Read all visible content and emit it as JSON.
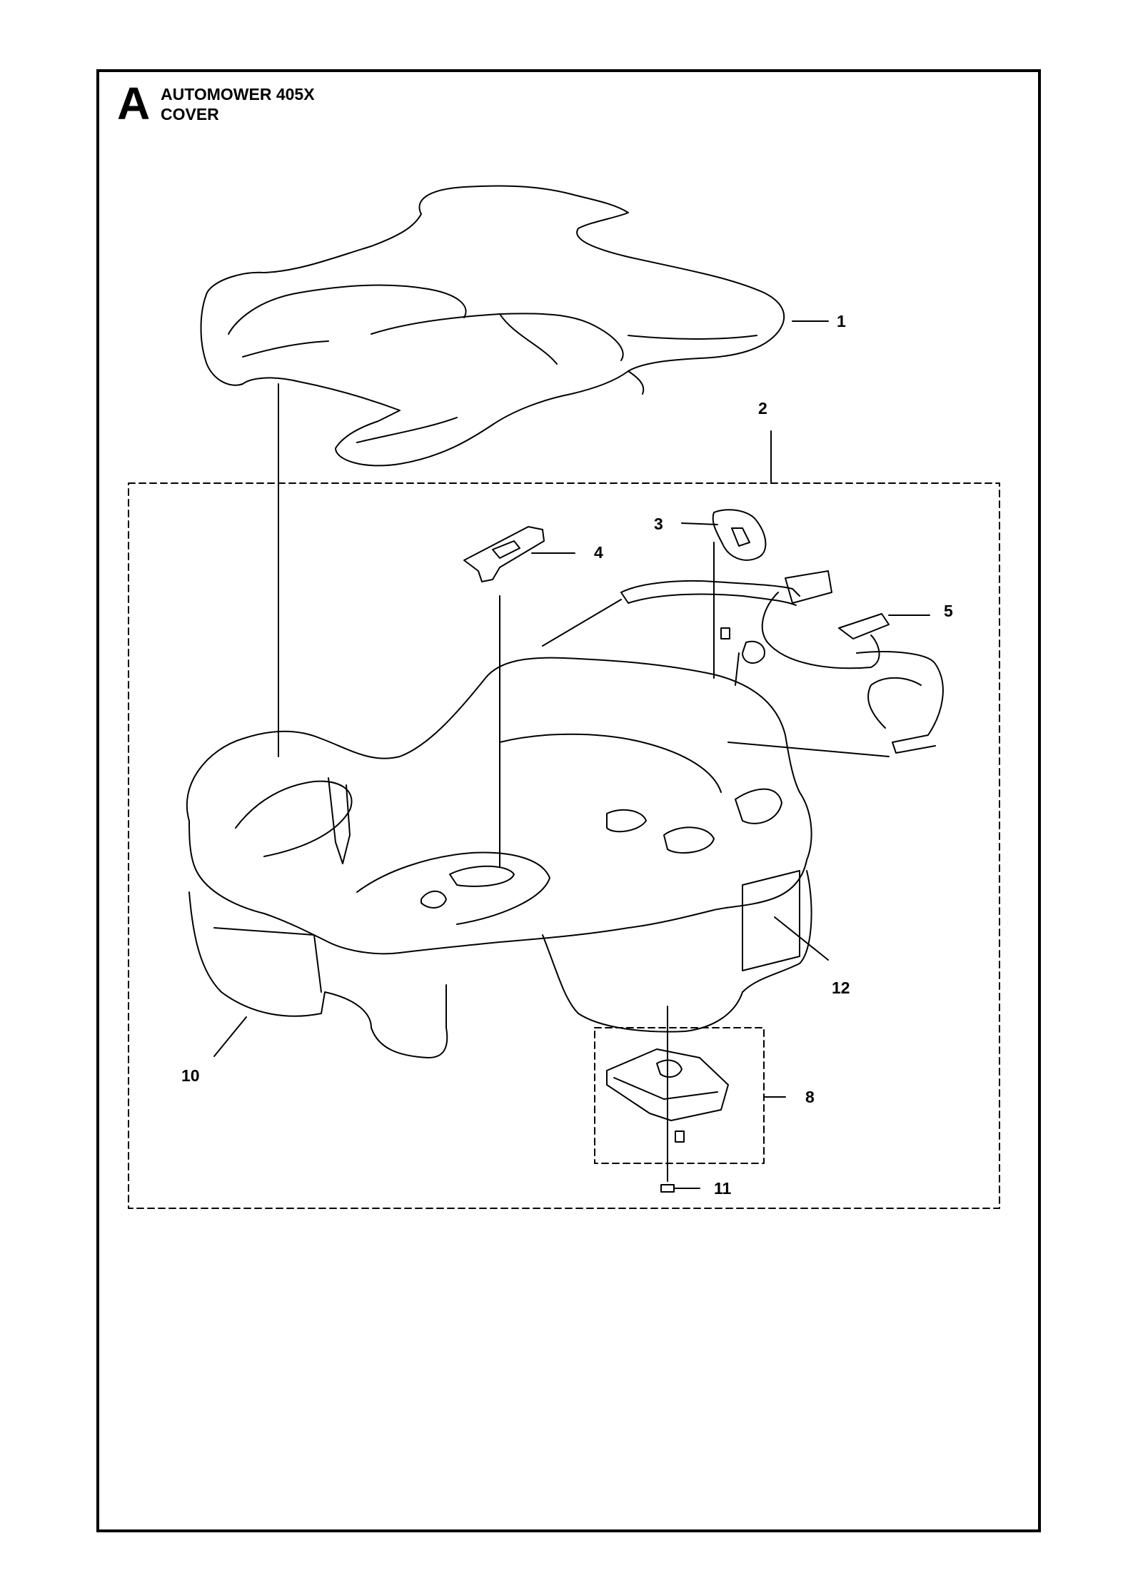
{
  "header": {
    "section_letter": "A",
    "title_line1": "AUTOMOWER 405X",
    "title_line2": "COVER"
  },
  "callouts": [
    {
      "id": "1",
      "label": "1"
    },
    {
      "id": "2",
      "label": "2"
    },
    {
      "id": "3",
      "label": "3"
    },
    {
      "id": "4",
      "label": "4"
    },
    {
      "id": "5",
      "label": "5"
    },
    {
      "id": "8",
      "label": "8"
    },
    {
      "id": "10",
      "label": "10"
    },
    {
      "id": "11",
      "label": "11"
    },
    {
      "id": "12",
      "label": "12"
    }
  ],
  "colors": {
    "line": "#000000",
    "background": "#ffffff"
  }
}
